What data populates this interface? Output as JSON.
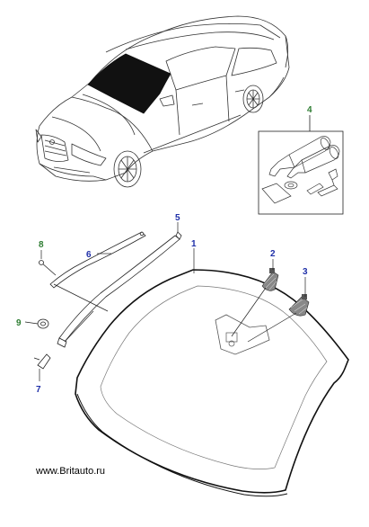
{
  "colors": {
    "callout_green": "#2e7d32",
    "callout_blue": "#1f2fa8",
    "line": "#222222",
    "glass_fill": "#111111"
  },
  "callouts": [
    {
      "id": "1",
      "label": "1",
      "color": "blue"
    },
    {
      "id": "2",
      "label": "2",
      "color": "blue"
    },
    {
      "id": "3",
      "label": "3",
      "color": "blue"
    },
    {
      "id": "4",
      "label": "4",
      "color": "green"
    },
    {
      "id": "5",
      "label": "5",
      "color": "blue"
    },
    {
      "id": "6",
      "label": "6",
      "color": "blue"
    },
    {
      "id": "7",
      "label": "7",
      "color": "blue"
    },
    {
      "id": "8",
      "label": "8",
      "color": "green"
    },
    {
      "id": "9",
      "label": "9",
      "color": "green"
    }
  ],
  "footer": {
    "text": "www.Britauto.ru"
  }
}
